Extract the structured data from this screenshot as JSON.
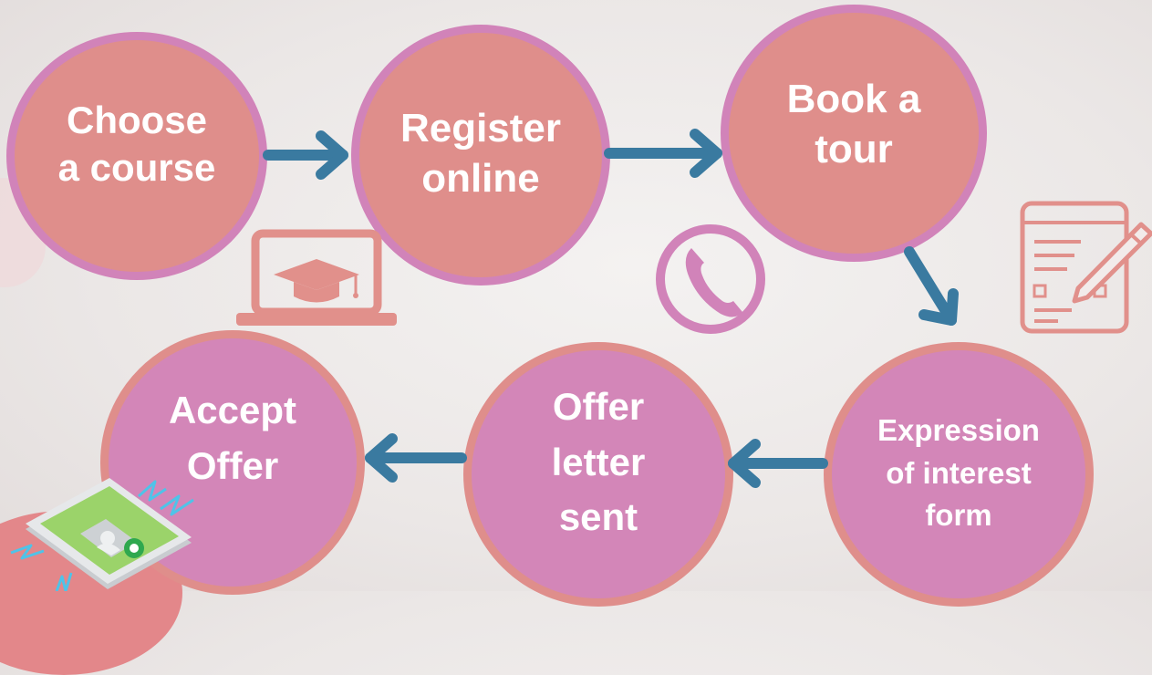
{
  "steps": [
    {
      "id": "choose",
      "label": "Choose\na course"
    },
    {
      "id": "register",
      "label": "Register\nonline"
    },
    {
      "id": "book",
      "label": "Book a\ntour"
    },
    {
      "id": "expression",
      "label": "Expression\nof interest\nform"
    },
    {
      "id": "offer-letter",
      "label": "Offer\nletter\nsent"
    },
    {
      "id": "accept",
      "label": "Accept\nOffer"
    }
  ],
  "icons": {
    "laptop": "laptop-graduation-icon",
    "phone": "phone-icon",
    "form": "form-edit-icon",
    "mobile": "mobile-call-icon"
  },
  "colors": {
    "top_fill": "#df8e8b",
    "top_ring": "#d183b9",
    "bottom_fill": "#d386b8",
    "bottom_ring": "#df8e8b",
    "arrow": "#3a7aa0",
    "icon_salmon": "#e1908b",
    "icon_pink": "#d183b9"
  }
}
